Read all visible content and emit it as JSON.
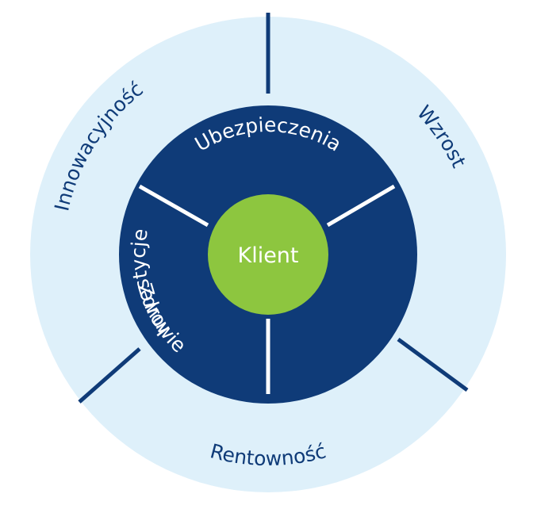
{
  "colors": {
    "outer_ring": "#def0fa",
    "middle_ring": "#0f3b78",
    "center": "#8dc63f",
    "outer_text": "#0f3b78",
    "inner_text": "#ffffff",
    "inner_divider": "#ffffff",
    "outer_divider": "#0f3b78"
  },
  "center": {
    "label": "Klient"
  },
  "middle_ring": {
    "segments": [
      {
        "label": "Ubezpieczenia"
      },
      {
        "label": "Zdrowie"
      },
      {
        "label": "Inwestycje"
      }
    ]
  },
  "outer_ring": {
    "segments": [
      {
        "label": "Wzrost"
      },
      {
        "label": "Rentowność"
      },
      {
        "label": "Innowacyjność"
      }
    ]
  }
}
